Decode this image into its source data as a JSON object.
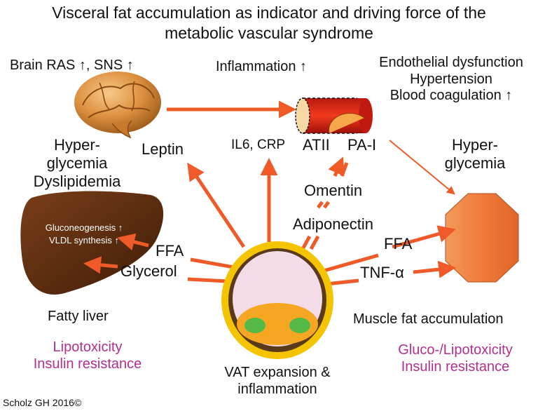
{
  "title": {
    "line1": "Visceral fat accumulation as indicator and driving force of the",
    "line2": "metabolic vascular syndrome"
  },
  "labels": {
    "brain": "Brain RAS ↑,  SNS ↑",
    "inflammation": "Inflammation ↑",
    "endo_line1": "Endothelial dysfunction",
    "endo_line2": "Hypertension",
    "endo_line3": "Blood coagulation ↑",
    "hyper_left_line1": "Hyper-",
    "hyper_left_line2": "glycemia",
    "hyper_left_line3": "Dyslipidemia",
    "leptin": "Leptin",
    "il6_crp": "IL6, CRP",
    "atii": "ATII",
    "pai": "PA-I",
    "hyper_right_line1": "Hyper-",
    "hyper_right_line2": "glycemia",
    "omentin": "Omentin",
    "adiponectin": "Adiponectin",
    "liver_line1": "Gluconeogenesis ↑",
    "liver_line2": "VLDL synthesis ↑",
    "ffa_left": "FFA",
    "glycerol": "Glycerol",
    "ffa_right": "FFA",
    "tnf": "TNF-α",
    "fatty_liver": "Fatty liver",
    "lipo_line1": "Lipotoxicity",
    "lipo_line2": "Insulin resistance",
    "muscle": "Muscle fat accumulation",
    "gluco_line1": "Gluco-/Lipotoxicity",
    "gluco_line2": "Insulin resistance",
    "vat_line1": "VAT expansion &",
    "vat_line2": "inflammation",
    "credit": "Scholz GH 2016©"
  },
  "icons": [
    "brain-icon",
    "blood-vessel-icon",
    "liver-icon",
    "muscle-icon",
    "adipocyte-icon"
  ],
  "colors": {
    "arrow": "#f05a28",
    "text": "#111111",
    "highlight": "#b0308f",
    "liver": "#5e2f12",
    "muscle": "#f07a3a",
    "cell_ring": "#f4c400",
    "cell_outer": "#5a3a18",
    "cell_inner": "#f3dce8",
    "nucleus": "#f5a623",
    "droplet": "#55b94a"
  }
}
